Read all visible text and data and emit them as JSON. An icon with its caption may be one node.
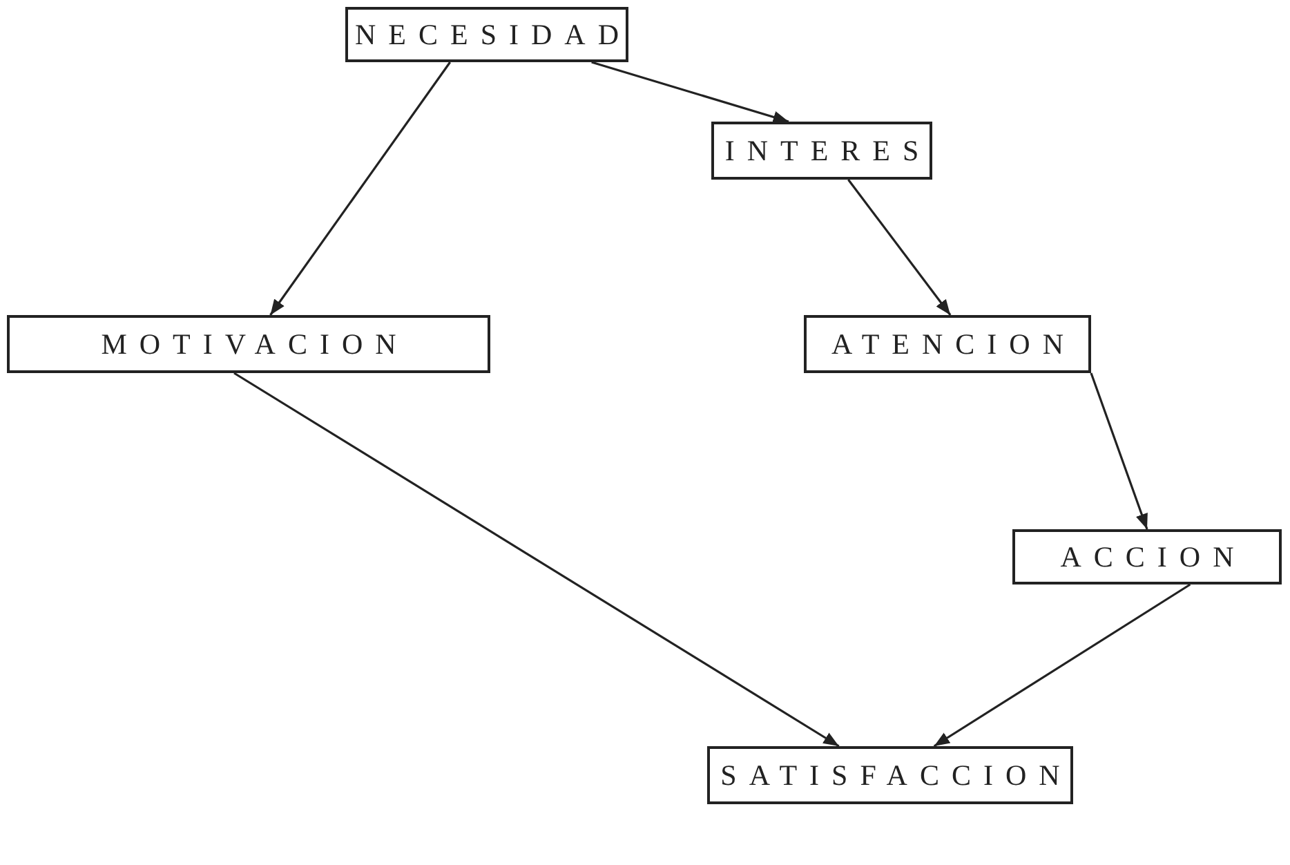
{
  "diagram": {
    "nodes": [
      {
        "text": [
          "NECESIDAD"
        ]
      },
      {
        "text": [
          "INTERES"
        ]
      },
      {
        "text": [
          "MOTIVACION"
        ]
      },
      {
        "text": [
          "ATENCION"
        ]
      },
      {
        "text": [
          "ACCION"
        ]
      },
      {
        "text": [
          "SATISFACCION"
        ]
      }
    ],
    "edges": [
      {
        "from": 0,
        "to": 2,
        "arrow": "to"
      },
      {
        "from": 0,
        "to": 1,
        "arrow": "to"
      },
      {
        "from": 1,
        "to": 3,
        "arrow": "to"
      },
      {
        "from": 2,
        "to": 5,
        "arrow": "to"
      },
      {
        "from": 3,
        "to": 4,
        "arrow": "to"
      },
      {
        "from": 4,
        "to": 5,
        "arrow": "to"
      }
    ]
  }
}
